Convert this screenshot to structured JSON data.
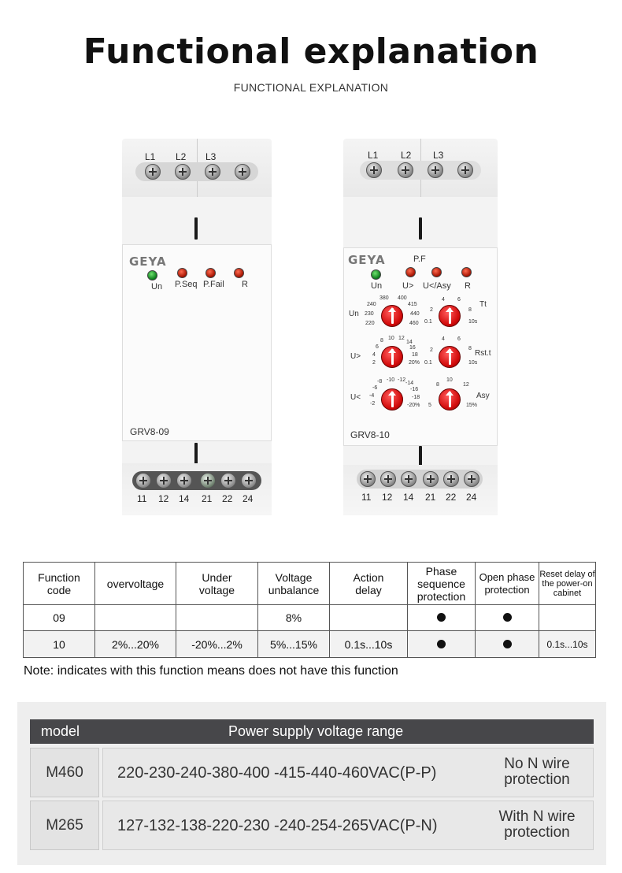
{
  "header": {
    "title": "Functional explanation",
    "subtitle": "FUNCTIONAL EXPLANATION"
  },
  "devices": [
    {
      "model": "GRV8-09",
      "logo": "GEYA",
      "top_terminals": [
        "L1",
        "L2",
        "L3"
      ],
      "bottom_terminals": [
        "11",
        "12",
        "14",
        "21",
        "22",
        "24"
      ],
      "leds": [
        {
          "label": "Un",
          "color": "green"
        },
        {
          "label": "P.Seq",
          "color": "red"
        },
        {
          "label": "P.Fail",
          "color": "red"
        },
        {
          "label": "R",
          "color": "red"
        }
      ]
    },
    {
      "model": "GRV8-10",
      "logo": "GEYA",
      "top_terminals": [
        "L1",
        "L2",
        "L3"
      ],
      "bottom_terminals": [
        "11",
        "12",
        "14",
        "21",
        "22",
        "24"
      ],
      "pf_label": "P.F",
      "leds": [
        {
          "label": "Un",
          "color": "green"
        },
        {
          "label": "U>",
          "color": "red"
        },
        {
          "label": "U</Asy",
          "color": "red"
        },
        {
          "label": "R",
          "color": "red"
        }
      ],
      "knobs": {
        "un": {
          "label": "Un",
          "scale": [
            "240",
            "380",
            "400",
            "415",
            "230",
            "440",
            "220",
            "460"
          ]
        },
        "u_over": {
          "label": "U>",
          "scale": [
            "8",
            "10",
            "12",
            "14",
            "6",
            "16",
            "4",
            "18",
            "2",
            "20%"
          ]
        },
        "u_under": {
          "label": "U<",
          "scale": [
            "-8",
            "-10",
            "-12",
            "-6",
            "-14",
            "-4",
            "-16",
            "-2",
            "-18",
            "-20%"
          ]
        },
        "tt": {
          "label": "Tt",
          "scale": [
            "4",
            "6",
            "2",
            "8",
            "0.1",
            "10s"
          ]
        },
        "rst": {
          "label": "Rst.t",
          "scale": [
            "4",
            "6",
            "2",
            "8",
            "0.1",
            "10s"
          ]
        },
        "asy": {
          "label": "Asy",
          "scale": [
            "8",
            "10",
            "12",
            "5",
            "15%"
          ]
        }
      }
    }
  ],
  "function_table": {
    "headers": [
      "Function\ncode",
      "overvoltage",
      "Under\nvoltage",
      "Voltage\nunbalance",
      "Action\ndelay",
      "Phase\nsequence\nprotection",
      "Open phase\nprotection",
      "Reset delay of\nthe power-on\ncabinet"
    ],
    "rows": [
      {
        "code": "09",
        "overvoltage": "",
        "undervoltage": "",
        "unbalance": "8%",
        "delay": "",
        "phase_seq": true,
        "open_phase": true,
        "reset_delay": ""
      },
      {
        "code": "10",
        "overvoltage": "2%...20%",
        "undervoltage": "-20%...2%",
        "unbalance": "5%...15%",
        "delay": "0.1s...10s",
        "phase_seq": true,
        "open_phase": true,
        "reset_delay": "0.1s...10s"
      }
    ]
  },
  "note": "Note: indicates with this function means does not have this function",
  "voltage_table": {
    "headers": [
      "model",
      "Power supply voltage range"
    ],
    "rows": [
      {
        "model": "M460",
        "range": "220-230-240-380-400 -415-440-460VAC(P-P)",
        "protection_line1": "No N wire",
        "protection_line2": "protection"
      },
      {
        "model": "M265",
        "range": "127-132-138-220-230 -240-254-265VAC(P-N)",
        "protection_line1": "With N wire",
        "protection_line2": "protection"
      }
    ]
  }
}
